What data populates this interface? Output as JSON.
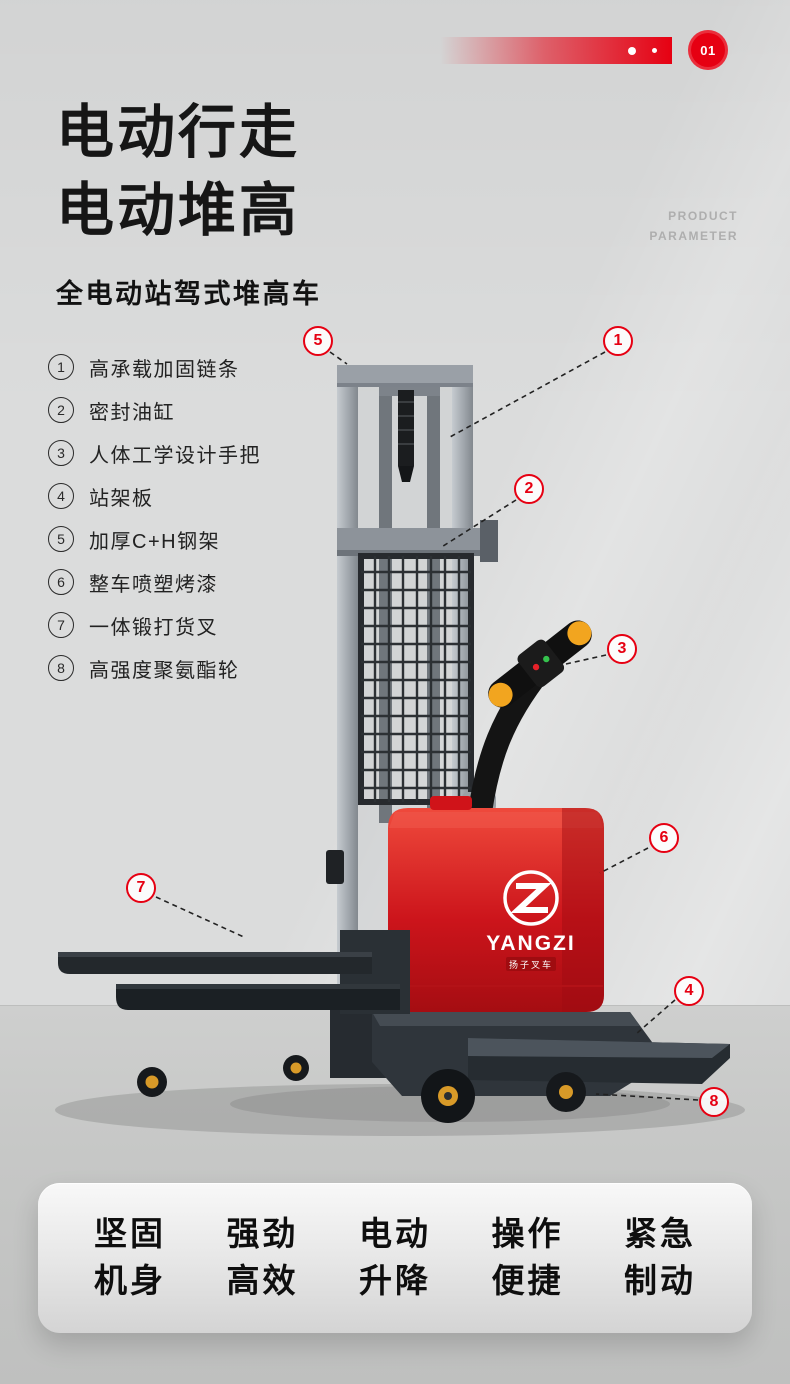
{
  "page": {
    "index_badge": "01",
    "side_label_line1": "PRODUCT",
    "side_label_line2": "PARAMETER",
    "title_line1": "电动行走",
    "title_line2": "电动堆高",
    "subtitle": "全电动站驾式堆高车"
  },
  "features": [
    {
      "num": "1",
      "text": "高承载加固链条"
    },
    {
      "num": "2",
      "text": "密封油缸"
    },
    {
      "num": "3",
      "text": "人体工学设计手把"
    },
    {
      "num": "4",
      "text": "站架板"
    },
    {
      "num": "5",
      "text": "加厚C+H钢架"
    },
    {
      "num": "6",
      "text": "整车喷塑烤漆"
    },
    {
      "num": "7",
      "text": "一体锻打货叉"
    },
    {
      "num": "8",
      "text": "高强度聚氨酯轮"
    }
  ],
  "callouts": {
    "c1": "1",
    "c2": "2",
    "c3": "3",
    "c4": "4",
    "c5": "5",
    "c6": "6",
    "c7": "7",
    "c8": "8"
  },
  "brand": {
    "logo_text": "YANGZI",
    "logo_sub": "扬子叉车"
  },
  "highlights": [
    {
      "line1": "坚固",
      "line2": "机身"
    },
    {
      "line1": "强劲",
      "line2": "高效"
    },
    {
      "line1": "电动",
      "line2": "升降"
    },
    {
      "line1": "操作",
      "line2": "便捷"
    },
    {
      "line1": "紧急",
      "line2": "制动"
    }
  ],
  "colors": {
    "accent": "#e60012",
    "title": "#161616",
    "muted": "#aeaeae",
    "body_red": "#c8141b",
    "wheel_hub": "#d89a28"
  }
}
